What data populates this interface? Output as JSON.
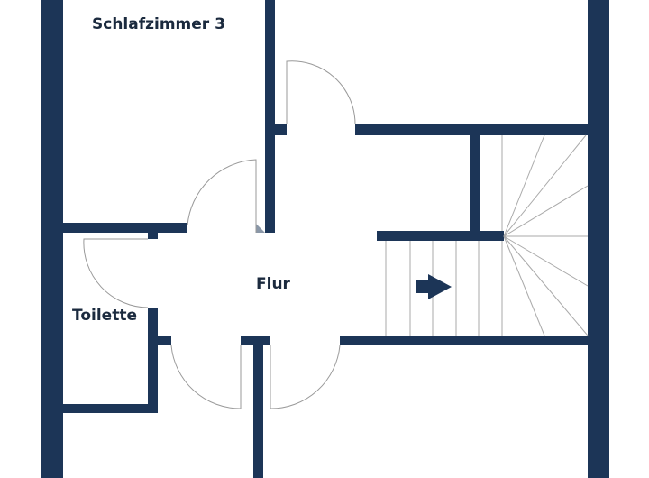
{
  "rooms": {
    "bedroom3": "Schlafzimmer 3",
    "hallway": "Flur",
    "toilet": "Toilette"
  },
  "colors": {
    "wall": "#1c3557",
    "door_line": "#999999",
    "stair_line": "#aaaaaa",
    "text": "#1b2a3e"
  },
  "icons": {
    "stair_direction": "arrow-right-icon"
  }
}
